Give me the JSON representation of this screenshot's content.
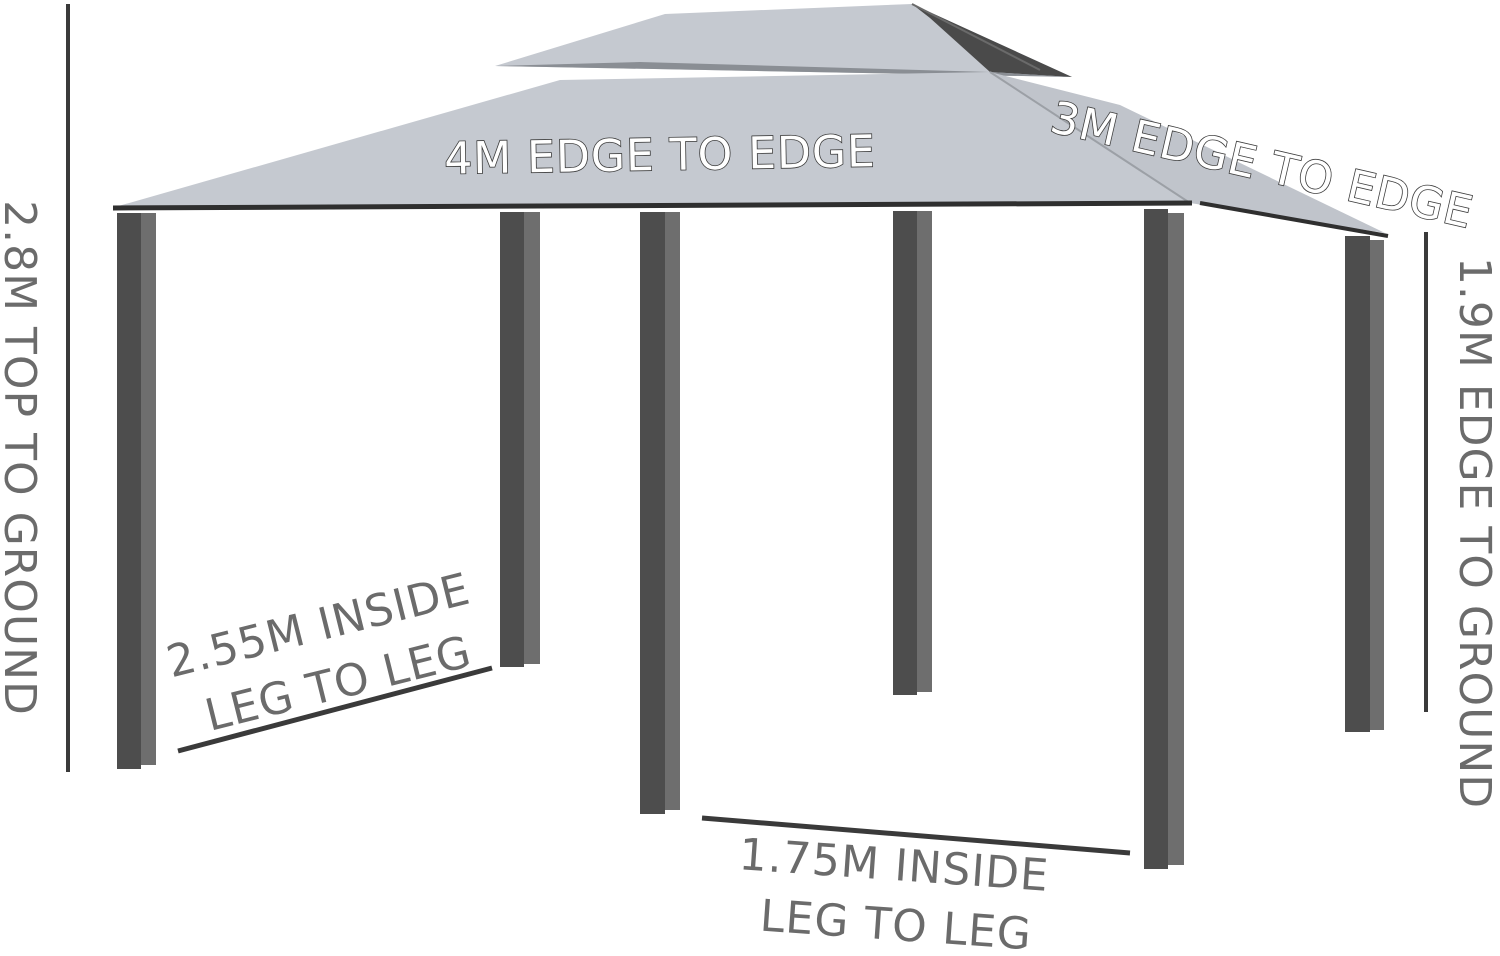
{
  "dimensions": {
    "roof_width": "4M EDGE TO EDGE",
    "roof_depth": "3M EDGE TO EDGE",
    "total_height": "2.8M TOP TO GROUND",
    "edge_height": "1.9M EDGE TO GROUND",
    "side_inside_line1": "2.55M INSIDE",
    "side_inside_line2": "LEG TO LEG",
    "front_inside_line1": "1.75M INSIDE",
    "front_inside_line2": "LEG TO LEG"
  },
  "colors": {
    "canopy": "#c5c9d0",
    "canopy_shadow": "#8a8e94",
    "top_shadow": "#4a4a4a",
    "leg_front": "#4d4d4d",
    "leg_side": "#6e6e6e",
    "dimension_line": "#3a3a3a"
  }
}
